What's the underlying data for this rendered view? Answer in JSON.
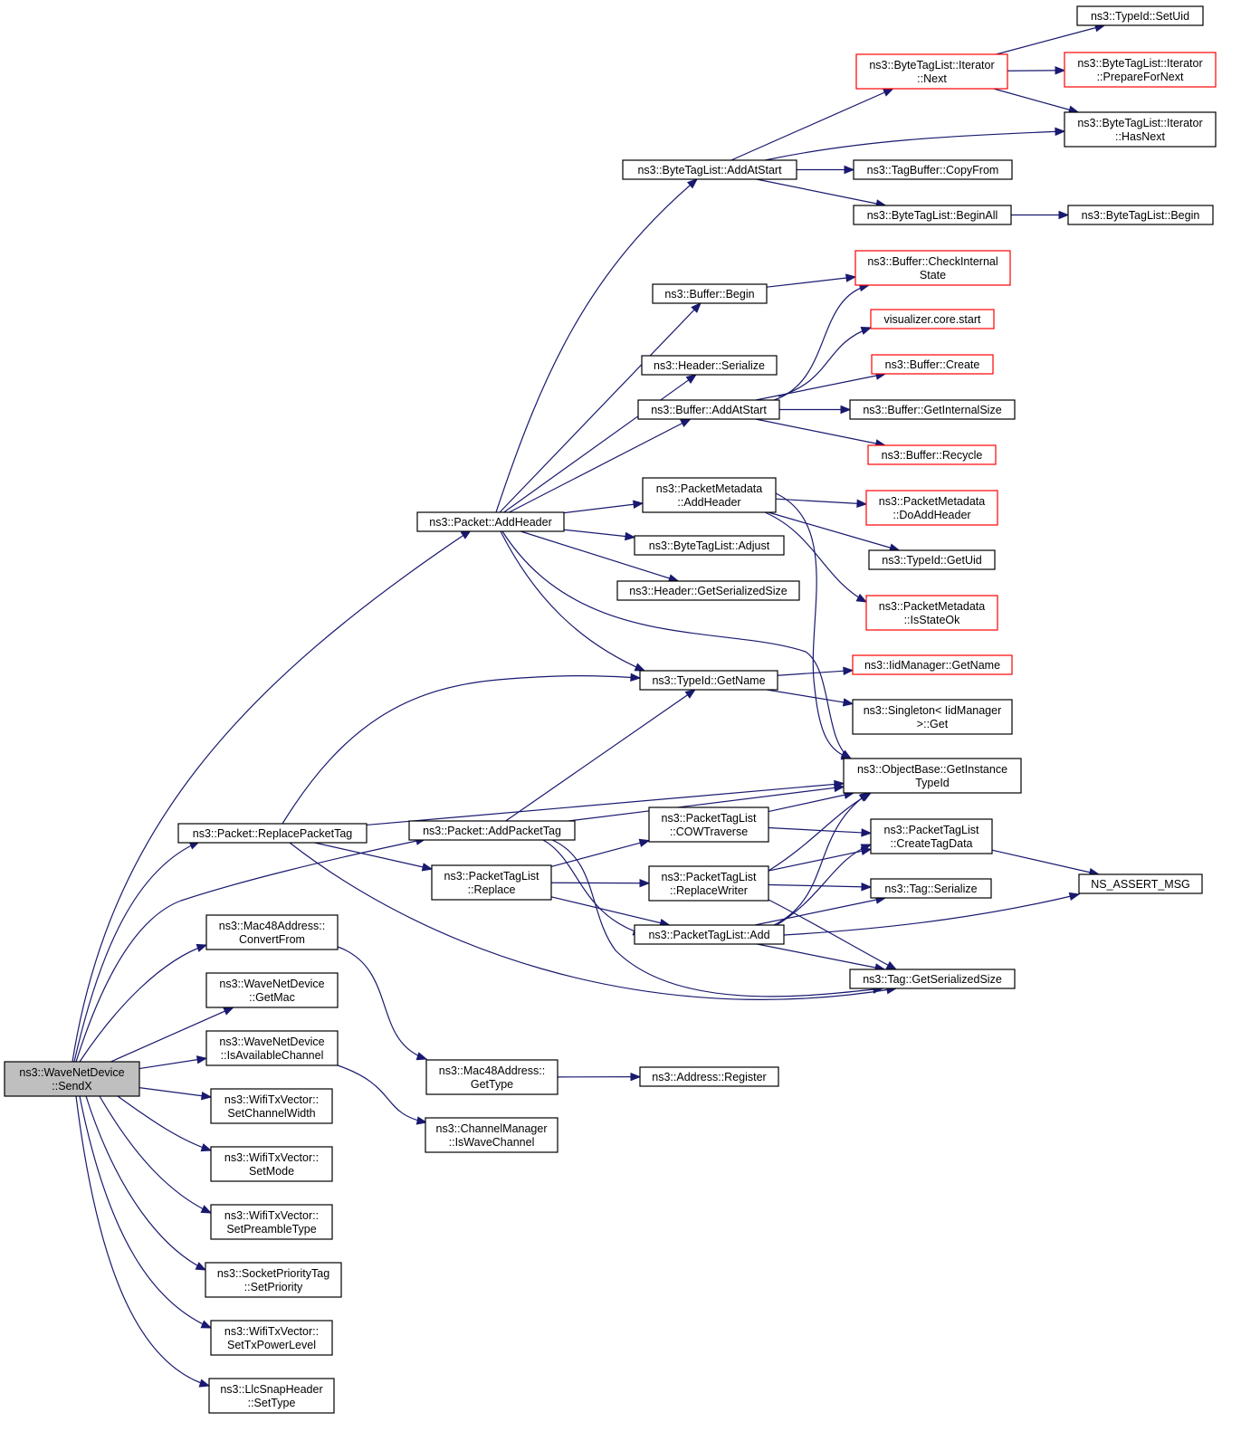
{
  "diagram": {
    "colors": {
      "edge": "#191970",
      "border": "#000000",
      "truncated_border": "#ff0000",
      "root_fill": "#bfbfbf",
      "node_fill": "#ffffff"
    },
    "nodes": [
      {
        "id": "sendx",
        "lines": [
          "ns3::WaveNetDevice",
          "::SendX"
        ],
        "root": true
      },
      {
        "id": "addheader",
        "lines": [
          "ns3::Packet::AddHeader"
        ]
      },
      {
        "id": "replacepackettag",
        "lines": [
          "ns3::Packet::ReplacePacketTag"
        ]
      },
      {
        "id": "addpackettag",
        "lines": [
          "ns3::Packet::AddPacketTag"
        ]
      },
      {
        "id": "convertfrom",
        "lines": [
          "ns3::Mac48Address::",
          "ConvertFrom"
        ]
      },
      {
        "id": "getmac",
        "lines": [
          "ns3::WaveNetDevice",
          "::GetMac"
        ]
      },
      {
        "id": "isavailablechannel",
        "lines": [
          "ns3::WaveNetDevice",
          "::IsAvailableChannel"
        ]
      },
      {
        "id": "setchannelwidth",
        "lines": [
          "ns3::WifiTxVector::",
          "SetChannelWidth"
        ]
      },
      {
        "id": "setmode",
        "lines": [
          "ns3::WifiTxVector::",
          "SetMode"
        ]
      },
      {
        "id": "setpreambletype",
        "lines": [
          "ns3::WifiTxVector::",
          "SetPreambleType"
        ]
      },
      {
        "id": "setpriority",
        "lines": [
          "ns3::SocketPriorityTag",
          "::SetPriority"
        ]
      },
      {
        "id": "settxpowerlevel",
        "lines": [
          "ns3::WifiTxVector::",
          "SetTxPowerLevel"
        ]
      },
      {
        "id": "settype",
        "lines": [
          "ns3::LlcSnapHeader",
          "::SetType"
        ]
      },
      {
        "id": "bytetag_addatstart",
        "lines": [
          "ns3::ByteTagList::AddAtStart"
        ]
      },
      {
        "id": "buffer_begin",
        "lines": [
          "ns3::Buffer::Begin"
        ]
      },
      {
        "id": "header_serialize",
        "lines": [
          "ns3::Header::Serialize"
        ]
      },
      {
        "id": "buffer_addatstart",
        "lines": [
          "ns3::Buffer::AddAtStart"
        ]
      },
      {
        "id": "pm_addheader",
        "lines": [
          "ns3::PacketMetadata",
          "::AddHeader"
        ]
      },
      {
        "id": "bytetag_adjust",
        "lines": [
          "ns3::ByteTagList::Adjust"
        ]
      },
      {
        "id": "header_getserializedsize",
        "lines": [
          "ns3::Header::GetSerializedSize"
        ]
      },
      {
        "id": "typeid_getname",
        "lines": [
          "ns3::TypeId::GetName"
        ]
      },
      {
        "id": "ptl_replace",
        "lines": [
          "ns3::PacketTagList",
          "::Replace"
        ]
      },
      {
        "id": "ptl_cowtraverse",
        "lines": [
          "ns3::PacketTagList",
          "::COWTraverse"
        ]
      },
      {
        "id": "ptl_replacewriter",
        "lines": [
          "ns3::PacketTagList",
          "::ReplaceWriter"
        ]
      },
      {
        "id": "ptl_add",
        "lines": [
          "ns3::PacketTagList::Add"
        ]
      },
      {
        "id": "mac48_gettype",
        "lines": [
          "ns3::Mac48Address::",
          "GetType"
        ]
      },
      {
        "id": "address_register",
        "lines": [
          "ns3::Address::Register"
        ]
      },
      {
        "id": "iswavechannel",
        "lines": [
          "ns3::ChannelManager",
          "::IsWaveChannel"
        ]
      },
      {
        "id": "typeid_setuid",
        "lines": [
          "ns3::TypeId::SetUid"
        ]
      },
      {
        "id": "iter_next",
        "lines": [
          "ns3::ByteTagList::Iterator",
          "::Next"
        ],
        "truncated": true
      },
      {
        "id": "iter_preparefornext",
        "lines": [
          "ns3::ByteTagList::Iterator",
          "::PrepareForNext"
        ],
        "truncated": true
      },
      {
        "id": "iter_hasnext",
        "lines": [
          "ns3::ByteTagList::Iterator",
          "::HasNext"
        ]
      },
      {
        "id": "tagbuffer_copyfrom",
        "lines": [
          "ns3::TagBuffer::CopyFrom"
        ]
      },
      {
        "id": "bytetag_beginall",
        "lines": [
          "ns3::ByteTagList::BeginAll"
        ]
      },
      {
        "id": "bytetag_begin",
        "lines": [
          "ns3::ByteTagList::Begin"
        ]
      },
      {
        "id": "buffer_checkinternalstate",
        "lines": [
          "ns3::Buffer::CheckInternal",
          "State"
        ],
        "truncated": true
      },
      {
        "id": "viz_core_start",
        "lines": [
          "visualizer.core.start"
        ],
        "truncated": true
      },
      {
        "id": "buffer_create",
        "lines": [
          "ns3::Buffer::Create"
        ],
        "truncated": true
      },
      {
        "id": "buffer_getinternalsize",
        "lines": [
          "ns3::Buffer::GetInternalSize"
        ]
      },
      {
        "id": "buffer_recycle",
        "lines": [
          "ns3::Buffer::Recycle"
        ],
        "truncated": true
      },
      {
        "id": "pm_doaddheader",
        "lines": [
          "ns3::PacketMetadata",
          "::DoAddHeader"
        ],
        "truncated": true
      },
      {
        "id": "typeid_getuid",
        "lines": [
          "ns3::TypeId::GetUid"
        ]
      },
      {
        "id": "pm_isstateok",
        "lines": [
          "ns3::PacketMetadata",
          "::IsStateOk"
        ],
        "truncated": true
      },
      {
        "id": "iidmanager_getname",
        "lines": [
          "ns3::IidManager::GetName"
        ],
        "truncated": true
      },
      {
        "id": "singleton_get",
        "lines": [
          "ns3::Singleton< IidManager",
          ">::Get"
        ]
      },
      {
        "id": "objectbase_getinstancetypeid",
        "lines": [
          "ns3::ObjectBase::GetInstance",
          "TypeId"
        ]
      },
      {
        "id": "ptl_createtagdata",
        "lines": [
          "ns3::PacketTagList",
          "::CreateTagData"
        ]
      },
      {
        "id": "tag_serialize",
        "lines": [
          "ns3::Tag::Serialize"
        ]
      },
      {
        "id": "tag_getserializedsize",
        "lines": [
          "ns3::Tag::GetSerializedSize"
        ]
      },
      {
        "id": "ns_assert_msg",
        "lines": [
          "NS_ASSERT_MSG"
        ]
      }
    ],
    "edges": [
      {
        "from": "sendx",
        "to": "addheader"
      },
      {
        "from": "sendx",
        "to": "replacepackettag"
      },
      {
        "from": "sendx",
        "to": "addpackettag"
      },
      {
        "from": "sendx",
        "to": "convertfrom"
      },
      {
        "from": "sendx",
        "to": "getmac"
      },
      {
        "from": "sendx",
        "to": "isavailablechannel"
      },
      {
        "from": "sendx",
        "to": "setchannelwidth"
      },
      {
        "from": "sendx",
        "to": "setmode"
      },
      {
        "from": "sendx",
        "to": "setpreambletype"
      },
      {
        "from": "sendx",
        "to": "setpriority"
      },
      {
        "from": "sendx",
        "to": "settxpowerlevel"
      },
      {
        "from": "sendx",
        "to": "settype"
      },
      {
        "from": "addheader",
        "to": "bytetag_addatstart"
      },
      {
        "from": "addheader",
        "to": "buffer_begin"
      },
      {
        "from": "addheader",
        "to": "header_serialize"
      },
      {
        "from": "addheader",
        "to": "buffer_addatstart"
      },
      {
        "from": "addheader",
        "to": "pm_addheader"
      },
      {
        "from": "addheader",
        "to": "bytetag_adjust"
      },
      {
        "from": "addheader",
        "to": "header_getserializedsize"
      },
      {
        "from": "addheader",
        "to": "typeid_getname"
      },
      {
        "from": "addheader",
        "to": "objectbase_getinstancetypeid"
      },
      {
        "from": "replacepackettag",
        "to": "typeid_getname"
      },
      {
        "from": "replacepackettag",
        "to": "objectbase_getinstancetypeid"
      },
      {
        "from": "replacepackettag",
        "to": "ptl_replace"
      },
      {
        "from": "replacepackettag",
        "to": "tag_getserializedsize"
      },
      {
        "from": "addpackettag",
        "to": "typeid_getname"
      },
      {
        "from": "addpackettag",
        "to": "objectbase_getinstancetypeid"
      },
      {
        "from": "addpackettag",
        "to": "ptl_add"
      },
      {
        "from": "addpackettag",
        "to": "tag_getserializedsize"
      },
      {
        "from": "convertfrom",
        "to": "mac48_gettype"
      },
      {
        "from": "isavailablechannel",
        "to": "iswavechannel"
      },
      {
        "from": "mac48_gettype",
        "to": "address_register"
      },
      {
        "from": "bytetag_addatstart",
        "to": "iter_next"
      },
      {
        "from": "bytetag_addatstart",
        "to": "iter_hasnext"
      },
      {
        "from": "bytetag_addatstart",
        "to": "tagbuffer_copyfrom"
      },
      {
        "from": "bytetag_addatstart",
        "to": "bytetag_beginall"
      },
      {
        "from": "iter_next",
        "to": "typeid_setuid"
      },
      {
        "from": "iter_next",
        "to": "iter_preparefornext"
      },
      {
        "from": "iter_next",
        "to": "iter_hasnext"
      },
      {
        "from": "bytetag_beginall",
        "to": "bytetag_begin"
      },
      {
        "from": "buffer_begin",
        "to": "buffer_checkinternalstate"
      },
      {
        "from": "buffer_addatstart",
        "to": "buffer_checkinternalstate"
      },
      {
        "from": "buffer_addatstart",
        "to": "viz_core_start"
      },
      {
        "from": "buffer_addatstart",
        "to": "buffer_create"
      },
      {
        "from": "buffer_addatstart",
        "to": "buffer_getinternalsize"
      },
      {
        "from": "buffer_addatstart",
        "to": "buffer_recycle"
      },
      {
        "from": "pm_addheader",
        "to": "pm_doaddheader"
      },
      {
        "from": "pm_addheader",
        "to": "typeid_getuid"
      },
      {
        "from": "pm_addheader",
        "to": "pm_isstateok"
      },
      {
        "from": "pm_addheader",
        "to": "objectbase_getinstancetypeid"
      },
      {
        "from": "typeid_getname",
        "to": "iidmanager_getname"
      },
      {
        "from": "typeid_getname",
        "to": "singleton_get"
      },
      {
        "from": "ptl_replace",
        "to": "ptl_cowtraverse"
      },
      {
        "from": "ptl_replace",
        "to": "ptl_replacewriter"
      },
      {
        "from": "ptl_replace",
        "to": "ptl_add"
      },
      {
        "from": "ptl_cowtraverse",
        "to": "objectbase_getinstancetypeid"
      },
      {
        "from": "ptl_cowtraverse",
        "to": "ptl_createtagdata"
      },
      {
        "from": "ptl_replacewriter",
        "to": "objectbase_getinstancetypeid"
      },
      {
        "from": "ptl_replacewriter",
        "to": "ptl_createtagdata"
      },
      {
        "from": "ptl_replacewriter",
        "to": "tag_serialize"
      },
      {
        "from": "ptl_replacewriter",
        "to": "tag_getserializedsize"
      },
      {
        "from": "ptl_add",
        "to": "objectbase_getinstancetypeid"
      },
      {
        "from": "ptl_add",
        "to": "ptl_createtagdata"
      },
      {
        "from": "ptl_add",
        "to": "tag_serialize"
      },
      {
        "from": "ptl_add",
        "to": "tag_getserializedsize"
      },
      {
        "from": "ptl_add",
        "to": "ns_assert_msg"
      },
      {
        "from": "ptl_createtagdata",
        "to": "ns_assert_msg"
      }
    ]
  }
}
